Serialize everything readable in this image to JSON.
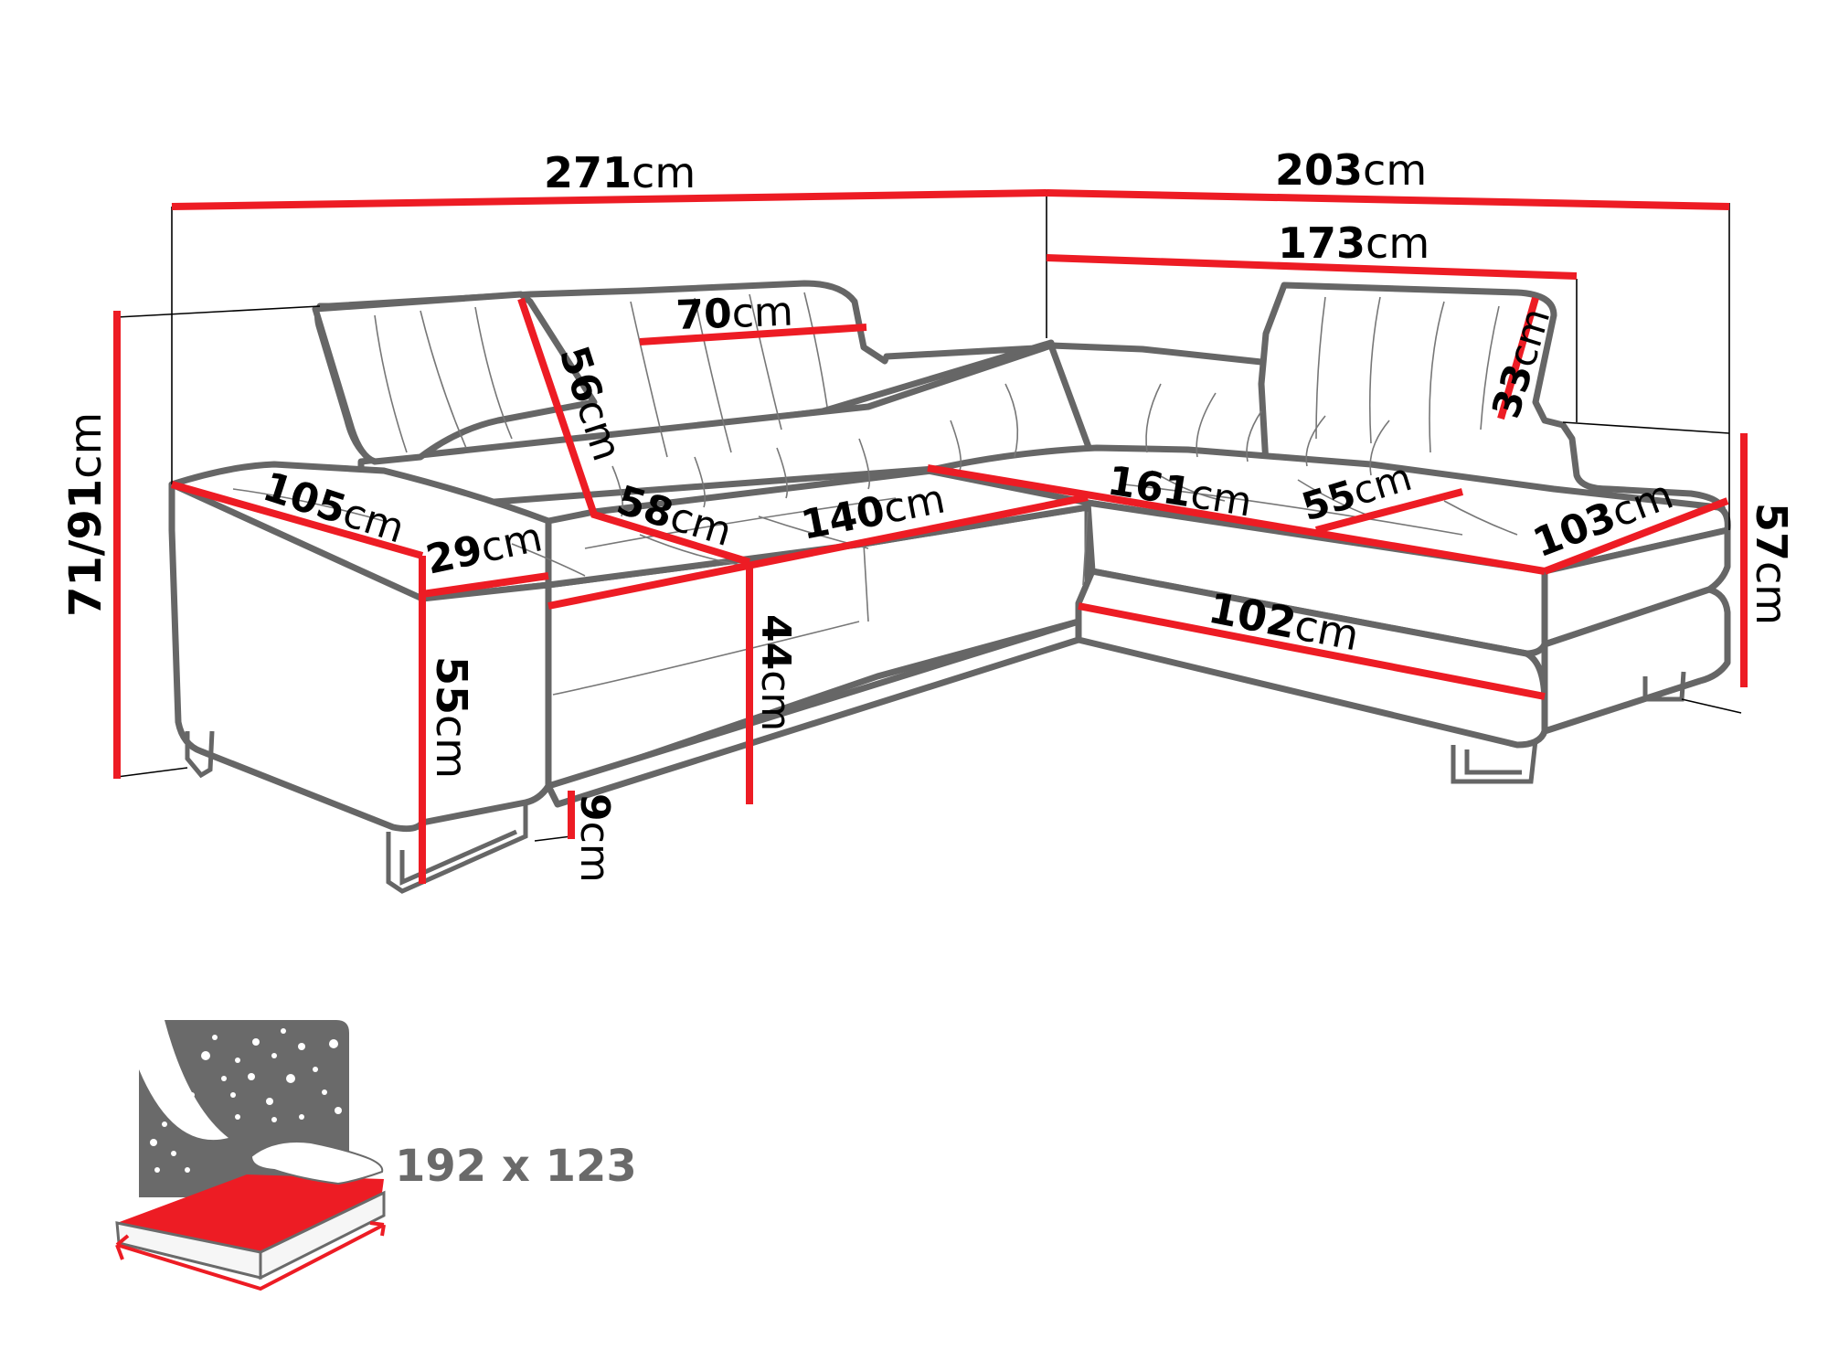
{
  "diagram": {
    "title": "Corner sofa dimensions",
    "unit": "cm",
    "colors": {
      "dimension_line": "#ed1c24",
      "outline": "#666666",
      "text": "#000000",
      "icon_gray": "#6a6a6a"
    },
    "dimensions": {
      "total_width_left": {
        "value": "271",
        "unit": "cm"
      },
      "total_width_right": {
        "value": "203",
        "unit": "cm"
      },
      "inner_width_right": {
        "value": "173",
        "unit": "cm"
      },
      "headrest_width": {
        "value": "70",
        "unit": "cm"
      },
      "backrest_height": {
        "value": "56",
        "unit": "cm"
      },
      "headrest_height": {
        "value": "33",
        "unit": "cm"
      },
      "total_height": {
        "value": "71/91",
        "unit": "cm"
      },
      "armrest_depth": {
        "value": "105",
        "unit": "cm"
      },
      "armrest_width": {
        "value": "29",
        "unit": "cm"
      },
      "seat_depth": {
        "value": "58",
        "unit": "cm"
      },
      "seat_width": {
        "value": "140",
        "unit": "cm"
      },
      "chaise_length": {
        "value": "161",
        "unit": "cm"
      },
      "chaise_seat_depth": {
        "value": "55",
        "unit": "cm"
      },
      "chaise_width": {
        "value": "103",
        "unit": "cm"
      },
      "chaise_front_width": {
        "value": "102",
        "unit": "cm"
      },
      "chaise_height": {
        "value": "57",
        "unit": "cm"
      },
      "armrest_height": {
        "value": "55",
        "unit": "cm"
      },
      "seat_height": {
        "value": "44",
        "unit": "cm"
      },
      "leg_height": {
        "value": "9",
        "unit": "cm"
      }
    },
    "sleeping_area": {
      "icon": "bed-night-stars-icon",
      "size_label": "192 x 123"
    }
  }
}
